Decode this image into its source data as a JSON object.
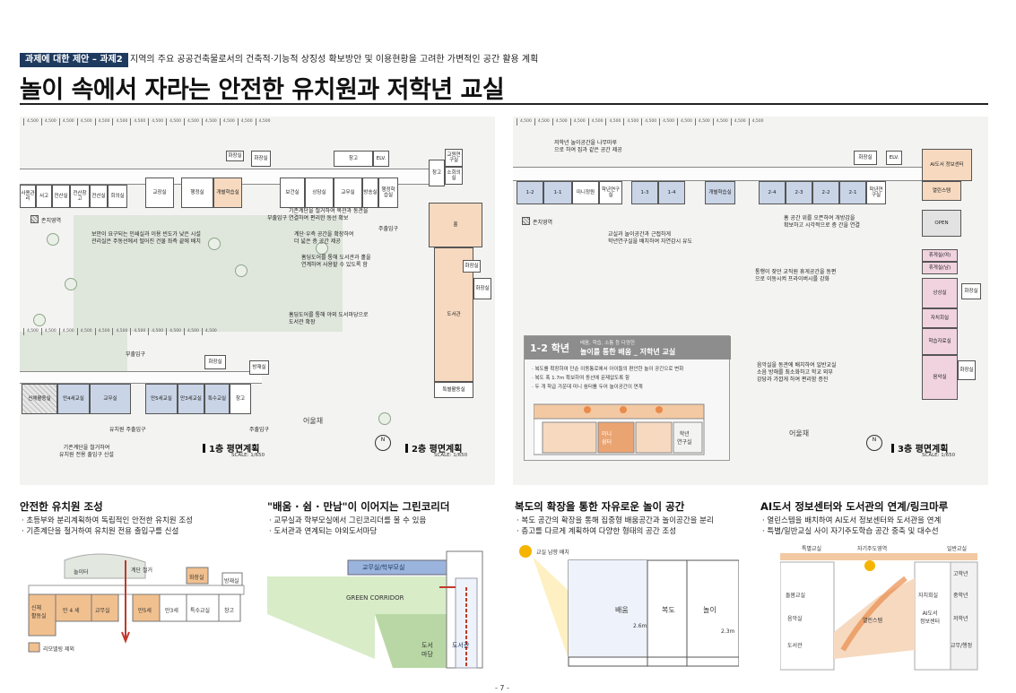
{
  "header": {
    "tag": "과제에 대한 제안 – 과제2",
    "subtitle": "지역의 주요 공공건축물로서의 건축적·기능적 상징성 확보방안 및 이용현황을 고려한 가변적인 공간 활용 계획",
    "title": "놀이 속에서 자라는 안전한 유치원과  저학년 교실"
  },
  "ruler": [
    "4,500",
    "4,500",
    "4,500",
    "4,500",
    "4,500",
    "4,500",
    "4,500",
    "4,500",
    "4,500",
    "4,500",
    "4,500",
    "4,500",
    "4,500",
    "4,500"
  ],
  "left_panel": {
    "plan2_rooms": {
      "r1": "사용관리",
      "r2": "서고",
      "r3": "전산실",
      "r4": "전산창고",
      "r5": "전산실",
      "r6": "회의실",
      "r7": "교장실",
      "r8": "행정실",
      "r9": "개별학습실",
      "r10": "보건실",
      "r11": "상담실",
      "r12": "교무실",
      "r13": "방송실",
      "r14": "행정학습실",
      "r15": "창고",
      "r16": "ELV.",
      "r17": "화장실",
      "r18": "화장실",
      "r19": "창고",
      "r20": "소회의실",
      "r21": "교원연구실",
      "r22": "홀",
      "r23": "도서관",
      "r24": "화장실",
      "r25": "화장실",
      "r26": "특별활동실"
    },
    "plan1_rooms": {
      "r1": "신체활동실",
      "r2": "만4세교실",
      "r3": "교무실",
      "r4": "만5세교실",
      "r5": "만3세교실",
      "r6": "특수교실",
      "r7": "창고",
      "r8": "화장실",
      "r9": "방재실"
    },
    "annotations": {
      "a1": "보안이 요구되는 인쇄실과 이용 빈도가 낮은 시설\n관리실은 주동선에서 떨어진 건물 좌측 끝에 배치",
      "a2": "기존계단을 철거하여 복관과 동관을\n연결하여 편리한 동선 확보",
      "a3": "계단·우측 공간을 확장하여\n더 넓은 층 공간 제공",
      "a4": "홈딩도어를 통해 도서관과 홀을\n연계하여 사용할 수 있도록 함",
      "a5": "홈딩도어를 통해 야외 도서마당으로\n도서관 확장",
      "a6": "부출입구",
      "a7": "주출입구",
      "a8": "부출입구",
      "a9": "유치원 주출입구",
      "a10": "주출입구",
      "a11": "기존계단을 철거하여\n유치원 전용 출입구 신설"
    },
    "legend": "존치영역",
    "plan1_title": "1층 평면계획",
    "plan2_title": "2층 평면계획",
    "scale": "SCALE: 1/650",
    "outside": "어울채",
    "north": "N"
  },
  "right_panel": {
    "rooms": {
      "r1": "1-2",
      "r2": "1-1",
      "r3": "미니정원",
      "r4": "학년연구실",
      "r5": "1-3",
      "r6": "1-4",
      "r7": "개별학습실",
      "r8": "2-4",
      "r9": "2-3",
      "r10": "2-2",
      "r11": "2-1",
      "r12": "학년연구실",
      "r13": "화장실",
      "r14": "ELV.",
      "r15": "AI도서 정보센터",
      "r16": "열린스템",
      "r17": "화장실",
      "r18": "휴게실(여)",
      "r19": "휴게실(남)",
      "r20": "상상실",
      "r21": "자치회실",
      "r22": "학습자료실",
      "r23": "음악실",
      "r24": "화장실",
      "r25": "OPEN"
    },
    "annotations": {
      "a1": "저학년 놀이공간을 나무마루\n으로 하여 집과 같은 공간 제공",
      "a2": "교실과 놀이공간과 근접하게\n학년연구실을 배치하여 자연감시 유도",
      "a3": "홈 공간 위를 오픈하여 개방감을\n확보하고 시각적으로 층 간을 연결",
      "a4": "통행이 잦던 교직원 휴게공간을 동편\n으로 이동시켜 프라이버시를 강화",
      "a5": "음악실을 동관에 배치하여 일반교실\n소음 방해를 최소화하고 학교 외부\n강당과 가깝게 하여 편리함 증진"
    },
    "callout": {
      "grade": "1-2 학년",
      "small": "배움, 학습, 소통 등 다양한",
      "big": "놀이를 통한 배움 _ 저학년 교실",
      "bullets": [
        "· 복도를 확장하여 단순 이동통로에서 아이들의 편안한 놀이 공간으로 변화",
        "· 복도 폭 1.7m 확보하여 동선에 문제없도록 함",
        "· 두 개 학급 가운데 미니 쉼터를 두어 놀이공간이 연계"
      ],
      "diagram_labels": [
        "미니\n쉼터",
        "학년\n연구실"
      ]
    },
    "legend": "존치영역",
    "plan_title": "3층 평면계획",
    "scale": "SCALE: 1/650",
    "outside": "어울채",
    "north": "N"
  },
  "sections": [
    {
      "title": "안전한 유치원 조성",
      "lines": [
        "· 초등부와 분리계획하여 독립적인 안전한 유치원 조성",
        "· 기존계단을 철거하여 유치원 전용 출입구를 신설"
      ],
      "labels": {
        "l1": "놀이터",
        "l2": "계단 철거",
        "l3": "화장실",
        "l4": "방재실",
        "l5": "신체\n활동실",
        "l6": "만 4 세",
        "l7": "교무실",
        "l8": "만5세",
        "l9": "만3세",
        "l10": "특수교실",
        "l11": "창고",
        "l12": "리모델링 제외"
      }
    },
    {
      "title": "\"배움 · 쉼 · 만남\"이 이어지는 그린코리더",
      "lines": [
        "· 교무실과 학부모실에서 그린코리더를 볼 수 있음",
        "· 도서관과 연계되는 야외도서마당"
      ],
      "labels": {
        "l1": "교무실/학부모실",
        "l2": "GREEN CORRIDOR",
        "l3": "도서\n마당",
        "l4": "도서관"
      }
    },
    {
      "title": "복도의 확장을 통한 자유로운 놀이 공간",
      "lines": [
        "· 복도 공간의 확장을 통해 집중형 배움공간과 놀이공간을 분리",
        "· 층고를 다르게 계획하여 다양한 형태의 공간 조성"
      ],
      "labels": {
        "l1": "교실 남향 배치",
        "l2": "배움",
        "l3": "복도",
        "l4": "놀이",
        "l5": "2.6m",
        "l6": "2.3m"
      }
    },
    {
      "title": "AI도서 정보센터와 도서관의 연계/링크마루",
      "lines": [
        "· 열린스템을 배치하여 AI도서 정보센터와 도서관을 연계",
        "· 특별/일반교실 사이 자기주도학습 공간 중축 및 대수선"
      ],
      "labels": {
        "l1": "특별교실",
        "l2": "자기주도영역",
        "l3": "일반교실",
        "l4": "돌봄교실",
        "l5": "음악실",
        "l6": "도서관",
        "l7": "자치회실",
        "l8": "AI도서\n정보센터",
        "l9": "열린스템",
        "l10": "고학년",
        "l11": "중학년",
        "l12": "저학년",
        "l13": "교무/행정"
      }
    }
  ],
  "page_number": "- 7 -",
  "colors": {
    "navy": "#1f3a5f",
    "orange": "#f6d9bf",
    "blue": "#c9d4e6",
    "pink": "#f1d3df",
    "accent_red": "#c0392b"
  }
}
